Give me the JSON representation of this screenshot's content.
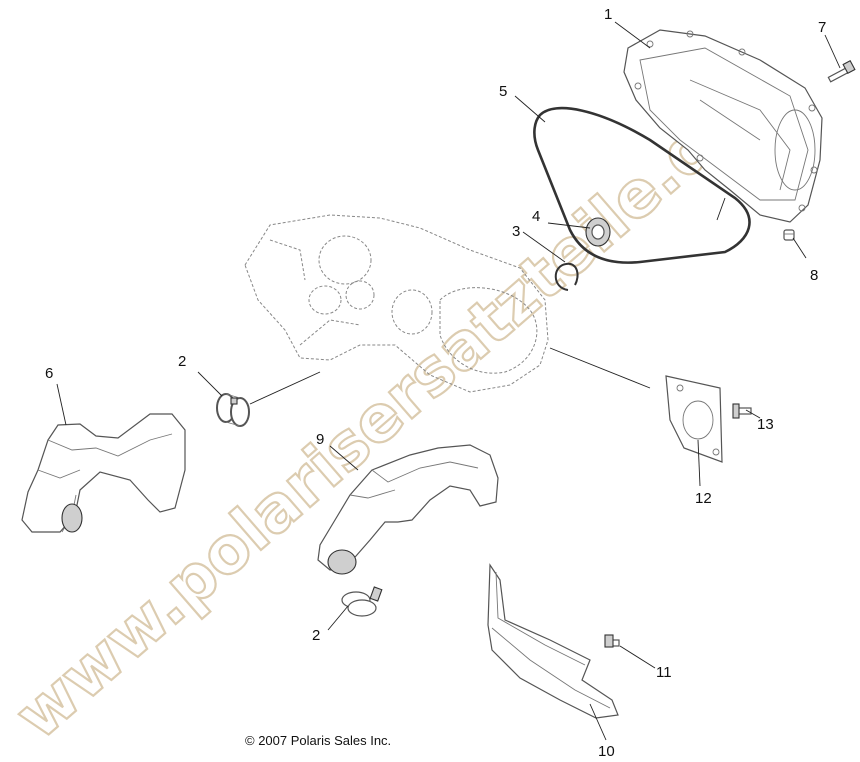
{
  "callouts": [
    {
      "id": "1",
      "text": "1"
    },
    {
      "id": "2a",
      "text": "2"
    },
    {
      "id": "2b",
      "text": "2"
    },
    {
      "id": "3",
      "text": "3"
    },
    {
      "id": "4",
      "text": "4"
    },
    {
      "id": "5",
      "text": "5"
    },
    {
      "id": "6",
      "text": "6"
    },
    {
      "id": "7",
      "text": "7"
    },
    {
      "id": "8",
      "text": "8"
    },
    {
      "id": "9",
      "text": "9"
    },
    {
      "id": "10",
      "text": "10"
    },
    {
      "id": "11",
      "text": "11"
    },
    {
      "id": "12",
      "text": "12"
    },
    {
      "id": "13",
      "text": "13"
    }
  ],
  "copyright": "© 2007 Polaris Sales Inc.",
  "watermark": "www.polarisersatzteile.de"
}
